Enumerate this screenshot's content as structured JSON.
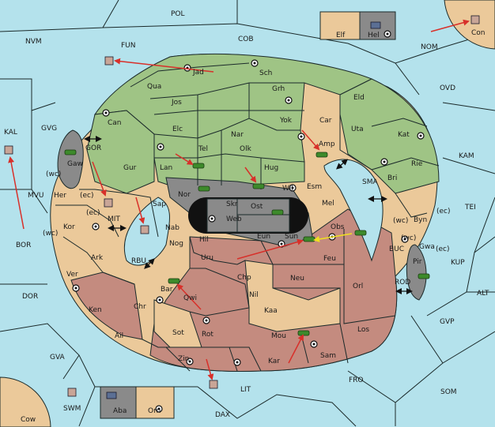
{
  "colors": {
    "sea": "#b4e2ec",
    "green": "#9fc485",
    "tan": "#ebc99a",
    "rose": "#c48b7f",
    "gray": "#8a8a8a",
    "arrow_red": "#d8302a",
    "arrow_yellow": "#f0e020",
    "unit_green": "#3d8a2b",
    "fleet_blue": "#5b6f94"
  },
  "sea_labels": [
    "POL",
    "NVM",
    "FUN",
    "COB",
    "NOM",
    "OVD",
    "KAL",
    "GVG",
    "GOR",
    "MVU",
    "BOR",
    "MIT",
    "RBU",
    "DOR",
    "GVA",
    "SWM",
    "LIT",
    "DAX",
    "FRO",
    "SOM",
    "GVP",
    "ALT",
    "KUP",
    "TEI",
    "KAM",
    "SMA",
    "BUC",
    "ROD",
    "Cow"
  ],
  "land_labels": [
    "Jad",
    "Sch",
    "Qua",
    "Jos",
    "Grh",
    "Eld",
    "Can",
    "Elc",
    "Yok",
    "Car",
    "Uta",
    "Kat",
    "Nar",
    "Tel",
    "Olk",
    "Amp",
    "Gaw",
    "Gur",
    "Lan",
    "Hug",
    "Rie",
    "Bri",
    "Wil",
    "Esm",
    "Nor",
    "Skr",
    "Ost",
    "Sap",
    "Web",
    "Mel",
    "Her",
    "Kor",
    "Nab",
    "Eun",
    "Sun",
    "Obs",
    "Byn",
    "Gwa",
    "Pir",
    "Hil",
    "Nog",
    "Uru",
    "Feu",
    "Ark",
    "Chp",
    "Neu",
    "Orl",
    "Ver",
    "Bar",
    "Qwi",
    "Nil",
    "Ken",
    "Chr",
    "Kaa",
    "Ail",
    "Sot",
    "Rot",
    "Mou",
    "Los",
    "Zin",
    "Kar",
    "Sam",
    "Elf",
    "Hel",
    "Con",
    "Aba",
    "Orn"
  ],
  "annotations": [
    "(wc)",
    "(ec)",
    "(ec)",
    "(wc)",
    "(wc)",
    "(ec)",
    "(ec)",
    "(wc)"
  ]
}
